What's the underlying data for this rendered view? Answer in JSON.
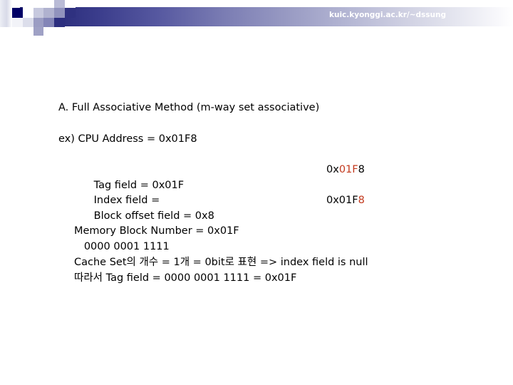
{
  "header": {
    "url": "kuic.kyonggi.ac.kr/~dssung",
    "accent_dark": "#20216a",
    "accent_square": "#000066"
  },
  "slide": {
    "heading": "A. Full Associative Method (m-way set associative)",
    "example": "ex) CPU Address = 0x01F8",
    "fields": [
      {
        "label": "Tag field = 0x01F",
        "value_prefix": "0x",
        "value_highlight": "01F",
        "value_suffix": "8"
      },
      {
        "label": "Index field =",
        "value_prefix": "",
        "value_highlight": "",
        "value_suffix": ""
      },
      {
        "label": "Block offset field = 0x8",
        "value_prefix": "0x01F",
        "value_highlight": "8",
        "value_suffix": ""
      }
    ],
    "calc_lines": [
      "Memory Block Number = 0x01F",
      "   0000 0001 1111",
      "Cache Set의 개수 = 1개 = 0bit로 표현 => index field is null",
      "따라서 Tag field = 0000 0001 1111 = 0x01F"
    ],
    "highlight_color": "#c33a1e"
  }
}
